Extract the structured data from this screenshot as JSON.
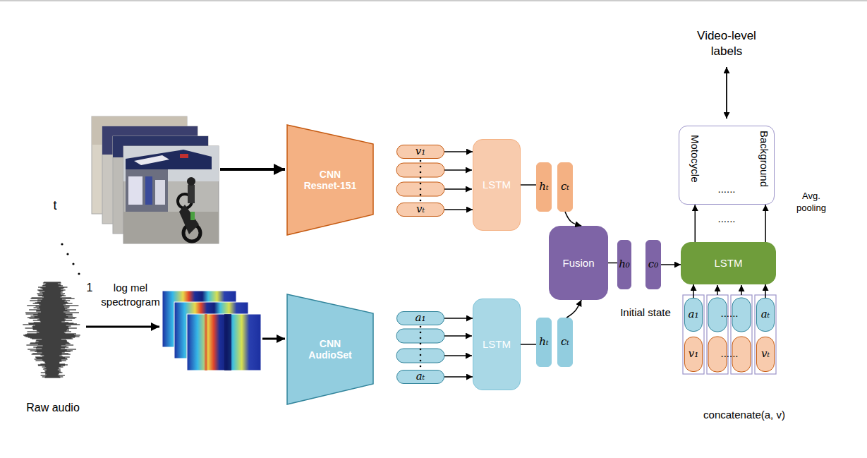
{
  "diagram": {
    "nodes": [
      {
        "text": [
          "CNN Resnet-151"
        ]
      },
      {
        "text": [
          "CNN AudioSet"
        ]
      },
      {
        "text": [
          "v₁"
        ]
      },
      {
        "text": [
          "vₜ"
        ]
      },
      {
        "text": [
          "LSTM"
        ]
      },
      {
        "text": [
          "hₜ"
        ]
      },
      {
        "text": [
          "cₜ"
        ]
      },
      {
        "text": [
          "a₁"
        ]
      },
      {
        "text": [
          "aₜ"
        ]
      },
      {
        "text": [
          "LSTM"
        ]
      },
      {
        "text": [
          "hₜ"
        ]
      },
      {
        "text": [
          "cₜ"
        ]
      },
      {
        "text": [
          "Fusion"
        ]
      },
      {
        "text": [
          "h₀"
        ]
      },
      {
        "text": [
          "c₀"
        ]
      },
      {
        "text": [
          "LSTM"
        ]
      },
      {
        "text": [
          "a₁"
        ]
      },
      {
        "text": [
          "v₁"
        ]
      },
      {
        "text": [
          "aₜ"
        ]
      },
      {
        "text": [
          "vₜ"
        ]
      },
      {
        "text": [
          "Motocycle",
          "......",
          "Background"
        ]
      }
    ],
    "edges": [
      {
        "from": 2,
        "to": 4,
        "arrow": "to"
      },
      {
        "from": 3,
        "to": 4,
        "arrow": "to"
      },
      {
        "from": 4,
        "to": 5,
        "arrow": "none"
      },
      {
        "from": 6,
        "to": 12,
        "arrow": "to"
      },
      {
        "from": 7,
        "to": 9,
        "arrow": "to"
      },
      {
        "from": 8,
        "to": 9,
        "arrow": "to"
      },
      {
        "from": 9,
        "to": 10,
        "arrow": "none"
      },
      {
        "from": 11,
        "to": 12,
        "arrow": "to"
      },
      {
        "from": 12,
        "to": 13,
        "arrow": "none"
      },
      {
        "from": 14,
        "to": 15,
        "arrow": "to"
      },
      {
        "from": 16,
        "to": 15,
        "arrow": "to"
      },
      {
        "from": 18,
        "to": 15,
        "arrow": "to"
      },
      {
        "from": 15,
        "to": 20,
        "arrow": "to"
      },
      {
        "from": 15,
        "to": 20,
        "arrow": "to"
      }
    ],
    "labels": [
      "Video-level labels",
      "t",
      "1",
      "Avg. pooling",
      "log mel spectrogram",
      "Initial state",
      "......",
      "......",
      "......",
      "Raw audio",
      "concatenate(a, v)"
    ]
  }
}
